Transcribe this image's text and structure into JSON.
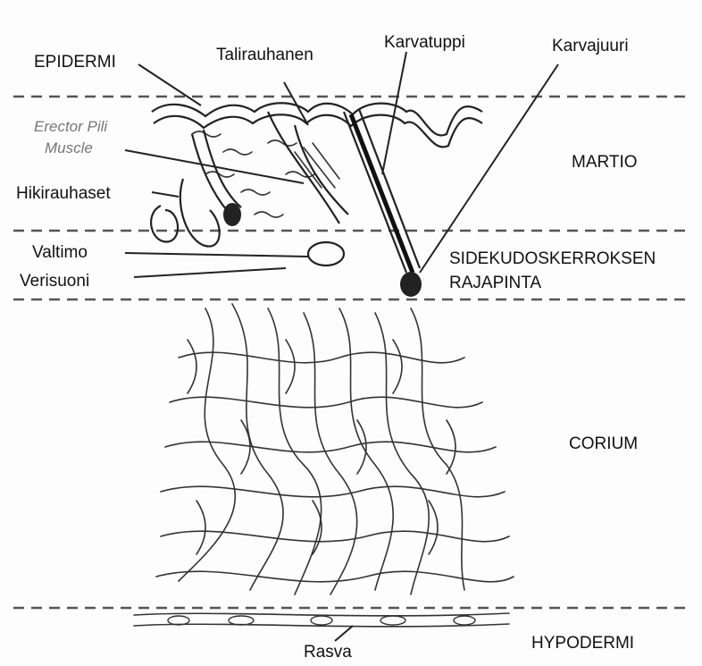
{
  "labels": {
    "epidermi": "EPIDERMI",
    "talirauhanen": "Talirauhanen",
    "karvatuppi": "Karvatuppi",
    "karvajuuri": "Karvajuuri",
    "erector_line1": "Erector Pili",
    "erector_line2": "Muscle",
    "hikirauhaset": "Hikirauhaset",
    "valtimo": "Valtimo",
    "verisuoni": "Verisuoni",
    "martio": "MARTIO",
    "sidekudos_line1": "SIDEKUDOSKERROKSEN",
    "sidekudos_line2": "RAJAPINTA",
    "corium": "CORIUM",
    "hypodermi": "HYPODERMI",
    "rasva": "Rasva"
  },
  "colors": {
    "ink": "#111111",
    "muted_label": "#777777",
    "dashed_line": "#555555",
    "background": "#fdfdfd"
  }
}
